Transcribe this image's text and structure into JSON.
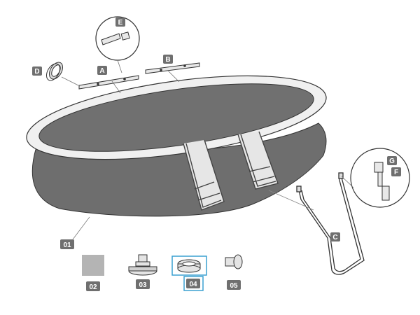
{
  "callouts": {
    "a": "A",
    "b": "B",
    "c": "C",
    "d": "D",
    "e": "E",
    "f": "F",
    "g": "G"
  },
  "parts": {
    "p01": "01",
    "p02": "02",
    "p03": "03",
    "p04": "04",
    "p05": "05"
  },
  "highlight_color": "#3aa0d0",
  "badge_color": "#6f6f6f"
}
